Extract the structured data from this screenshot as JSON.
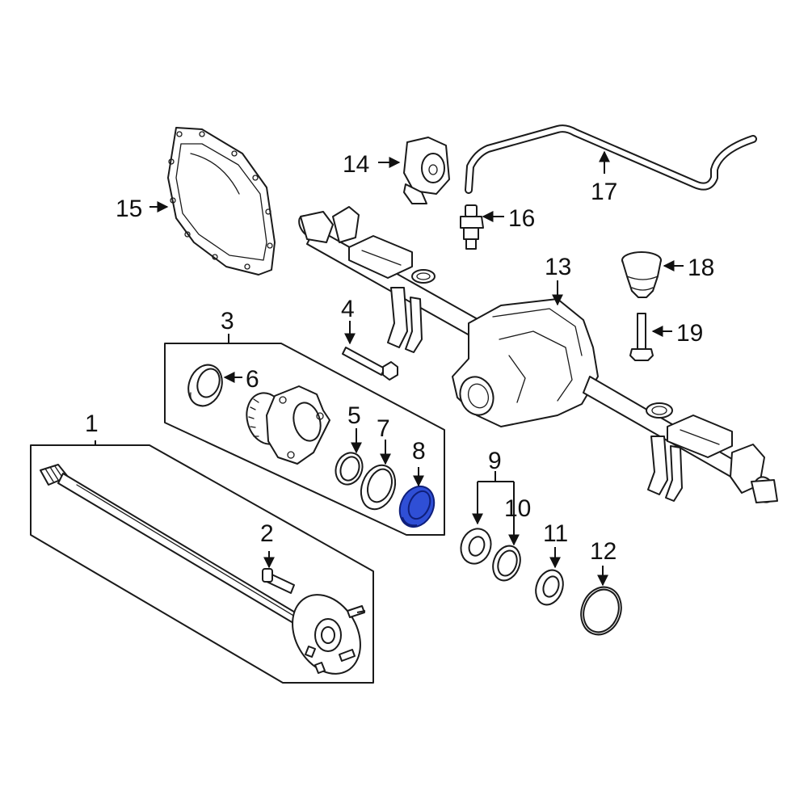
{
  "colors": {
    "highlight_fill": "#2f4fd6",
    "highlight_stroke": "#0f1f7a",
    "line": "#1a1a1a",
    "background": "#ffffff"
  },
  "highlighted_part": "8",
  "callouts": {
    "c1": "1",
    "c2": "2",
    "c3": "3",
    "c4": "4",
    "c5": "5",
    "c6": "6",
    "c7": "7",
    "c8": "8",
    "c9": "9",
    "c10": "10",
    "c11": "11",
    "c12": "12",
    "c13": "13",
    "c14": "14",
    "c15": "15",
    "c16": "16",
    "c17": "17",
    "c18": "18",
    "c19": "19"
  }
}
